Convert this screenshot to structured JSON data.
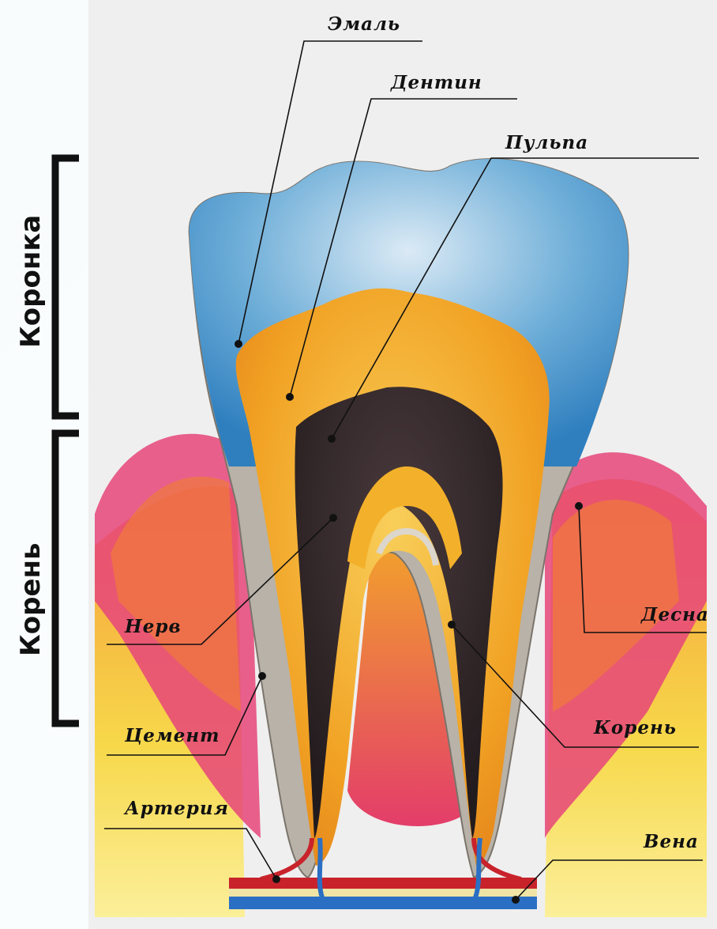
{
  "diagram": {
    "side_labels": {
      "crown": "Коронка",
      "root": "Корень"
    },
    "labels": {
      "enamel": "Эмаль",
      "dentin": "Дентин",
      "pulp": "Пульпа",
      "nerve": "Нерв",
      "cement": "Цемент",
      "artery": "Артерия",
      "gum": "Десна",
      "root": "Корень",
      "vein": "Вена"
    },
    "colors": {
      "enamel": "#4f9fd6",
      "dentin": "#f3b02a",
      "pulp": "#2b2426",
      "gum": "#e23a6e",
      "bone": "#f5d43a",
      "artery": "#c8232b",
      "vein": "#2a6fc4",
      "nerve": "#f2e7a8"
    }
  }
}
